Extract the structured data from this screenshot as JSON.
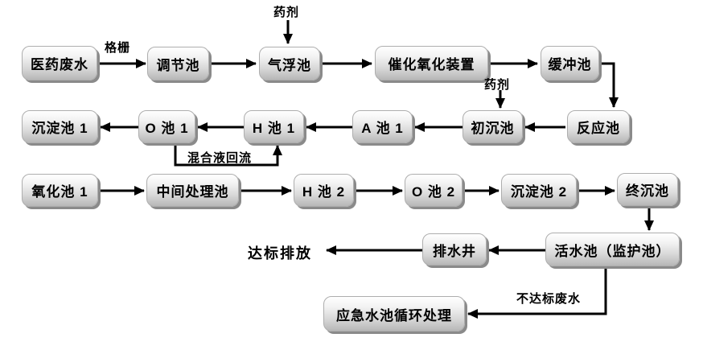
{
  "diagram": {
    "type": "process-flow",
    "nodes": {
      "medical_wastewater": {
        "label": "医药废水"
      },
      "adjusting_tank": {
        "label": "调节池"
      },
      "air_flotation_tank": {
        "label": "气浮池"
      },
      "catalytic_oxidation_unit": {
        "label": "催化氧化装置"
      },
      "buffer_tank": {
        "label": "缓冲池"
      },
      "sedimentation_tank_1": {
        "label": "沉淀池 1"
      },
      "o_tank_1": {
        "label": "O 池 1"
      },
      "h_tank_1": {
        "label": "H 池 1"
      },
      "a_tank_1": {
        "label": "A 池 1"
      },
      "primary_sedimentation_tank": {
        "label": "初沉池"
      },
      "reaction_tank": {
        "label": "反应池"
      },
      "oxidation_tank_1": {
        "label": "氧化池 1"
      },
      "intermediate_treatment_tank": {
        "label": "中间处理池"
      },
      "h_tank_2": {
        "label": "H 池 2"
      },
      "o_tank_2": {
        "label": "O 池 2"
      },
      "sedimentation_tank_2": {
        "label": "沉淀池 2"
      },
      "final_sedimentation_tank": {
        "label": "终沉池"
      },
      "drainage_well": {
        "label": "排水井"
      },
      "monitoring_tank": {
        "label": "活水池（监护池）"
      },
      "emergency_tank": {
        "label": "应急水池循环处理"
      }
    },
    "edge_labels": {
      "grille": "格栅",
      "agent_top": "药剂",
      "agent_mid": "药剂",
      "mixed_liquor_return": "混合液回流",
      "substandard_wastewater": "不达标废水"
    },
    "terminals": {
      "standard_discharge": "达标排放"
    },
    "colors": {
      "background": "#ffffff",
      "arrow": "#000000",
      "box_top": "#ffffff",
      "box_bottom": "#b7b7b7",
      "box_shadow": "#8a8a8a",
      "text": "#000000"
    }
  }
}
